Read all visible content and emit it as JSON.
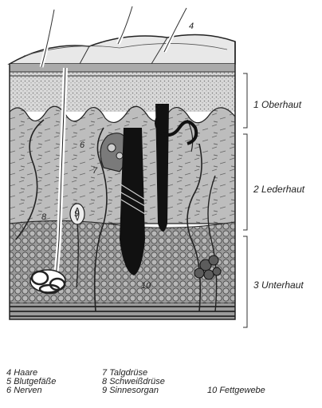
{
  "layers": [
    {
      "num": "1",
      "name": "Oberhaut"
    },
    {
      "num": "2",
      "name": "Lederhaut"
    },
    {
      "num": "3",
      "name": "Unterhaut"
    }
  ],
  "figure_labels": {
    "hair": "4",
    "nerves": "6",
    "sebaceous": "7",
    "sweat": "8",
    "sensory": "9",
    "fat": "10"
  },
  "legend": [
    {
      "num": "4",
      "name": "Haare"
    },
    {
      "num": "5",
      "name": "Blutgefäße"
    },
    {
      "num": "6",
      "name": "Nerven"
    },
    {
      "num": "7",
      "name": "Talgdrüse"
    },
    {
      "num": "8",
      "name": "Schweißdrüse"
    },
    {
      "num": "9",
      "name": "Sinnesorgan"
    },
    {
      "num": "10",
      "name": "Fettgewebe"
    }
  ]
}
